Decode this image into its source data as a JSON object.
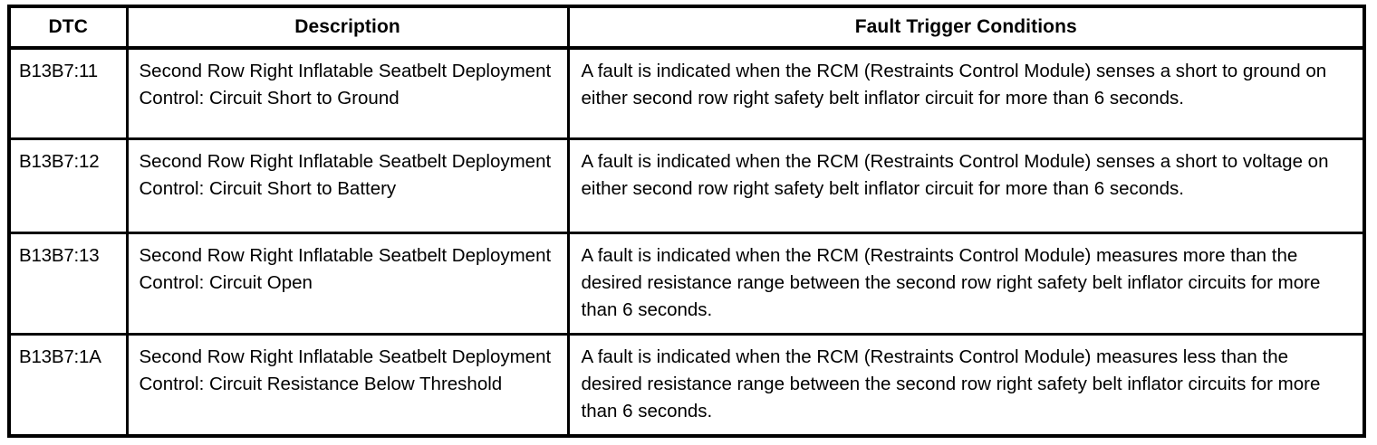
{
  "document": {
    "type": "diagnostic-trouble-code-table",
    "title": ""
  },
  "table": {
    "columns": [
      {
        "key": "dtc",
        "header": "DTC"
      },
      {
        "key": "description",
        "header": "Description"
      },
      {
        "key": "conditions",
        "header": "Fault Trigger Conditions"
      }
    ],
    "rows": [
      {
        "dtc": "B13B7:11",
        "description": "Second Row Right Inflatable Seatbelt Deployment Control: Circuit Short to Ground",
        "conditions": "A fault is indicated when the RCM (Restraints Control Module) senses a short to ground on either second row right safety belt inflator circuit for more than 6 seconds."
      },
      {
        "dtc": "B13B7:12",
        "description": "Second Row Right Inflatable Seatbelt Deployment Control: Circuit Short to Battery",
        "conditions": "A fault is indicated when the RCM (Restraints Control Module) senses a short to voltage on either second row right safety belt inflator circuit for more than 6 seconds."
      },
      {
        "dtc": "B13B7:13",
        "description": "Second Row Right Inflatable Seatbelt Deployment Control: Circuit Open",
        "conditions": "A fault is indicated when the RCM (Restraints Control Module) measures more than the desired resistance range between the second row right safety belt inflator circuits for more than 6 seconds."
      },
      {
        "dtc": "B13B7:1A",
        "description": "Second Row Right Inflatable Seatbelt Deployment Control: Circuit Resistance Below Threshold",
        "conditions": "A fault is indicated when the RCM (Restraints Control Module) measures less than the desired resistance range between the second row right safety belt inflator circuits for more than 6 seconds."
      }
    ]
  },
  "colors": {
    "text": "#000000",
    "background": "#ffffff",
    "border": "#000000"
  }
}
